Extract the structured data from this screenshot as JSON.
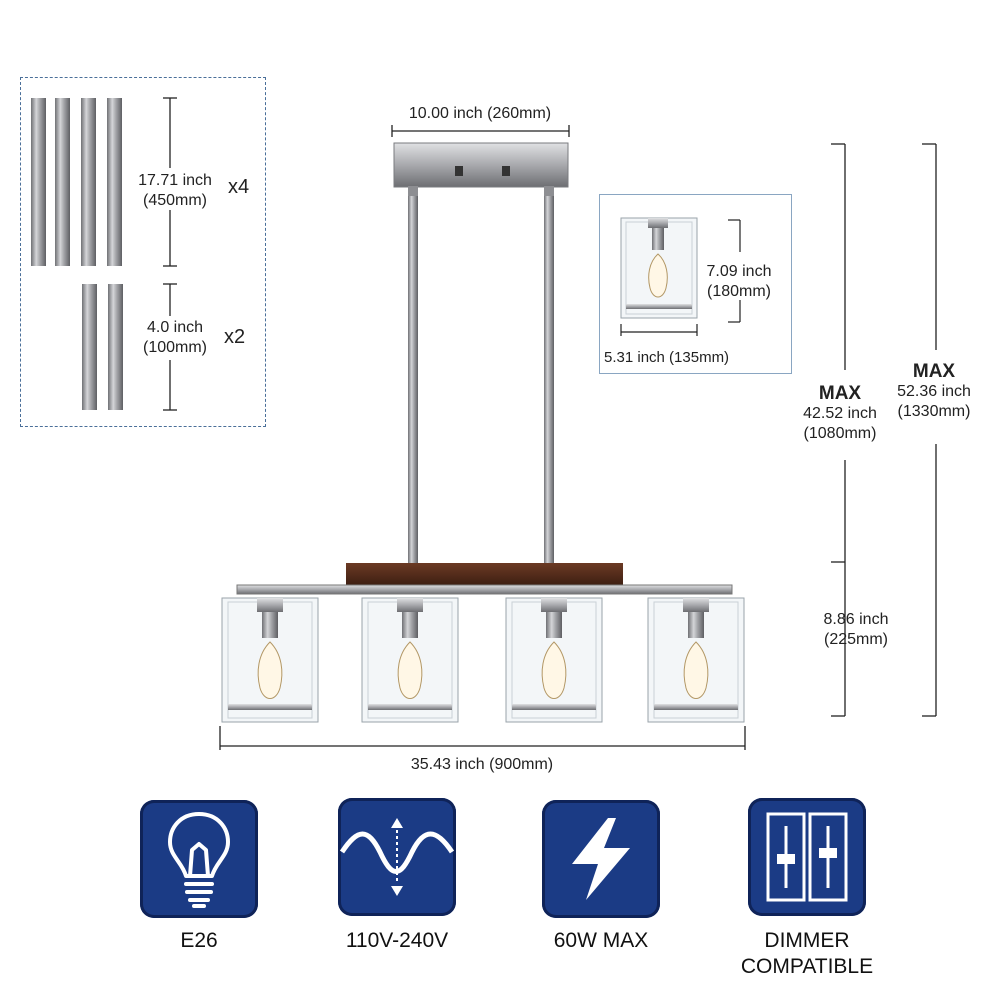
{
  "rods": {
    "long": {
      "dimension_in": "17.71 inch",
      "dimension_mm": "(450mm)",
      "quantity": "x4"
    },
    "short": {
      "dimension_in": "4.0 inch",
      "dimension_mm": "(100mm)",
      "quantity": "x2"
    }
  },
  "canopy_width": "10.00 inch (260mm)",
  "shade": {
    "height_in": "7.09 inch",
    "height_mm": "(180mm)",
    "width": "5.31 inch (135mm)"
  },
  "height_min": {
    "label": "MAX",
    "value_in": "42.52 inch",
    "value_mm": "(1080mm)"
  },
  "height_max": {
    "label": "MAX",
    "value_in": "52.36 inch",
    "value_mm": "(1330mm)"
  },
  "body_height": {
    "value_in": "8.86 inch",
    "value_mm": "(225mm)"
  },
  "total_length": "35.43 inch (900mm)",
  "features": [
    {
      "icon": "light-bulb-icon",
      "label": "E26"
    },
    {
      "icon": "sine-wave-voltage-icon",
      "label": "110V-240V"
    },
    {
      "icon": "lightning-bolt-icon",
      "label": "60W MAX"
    },
    {
      "icon": "dimmer-switch-icon",
      "label": "DIMMER COMPATIBLE"
    }
  ],
  "colors": {
    "icon_tile": "#1b3b85",
    "metal": "#a8a9ad",
    "wood": "#5a2e1c"
  }
}
